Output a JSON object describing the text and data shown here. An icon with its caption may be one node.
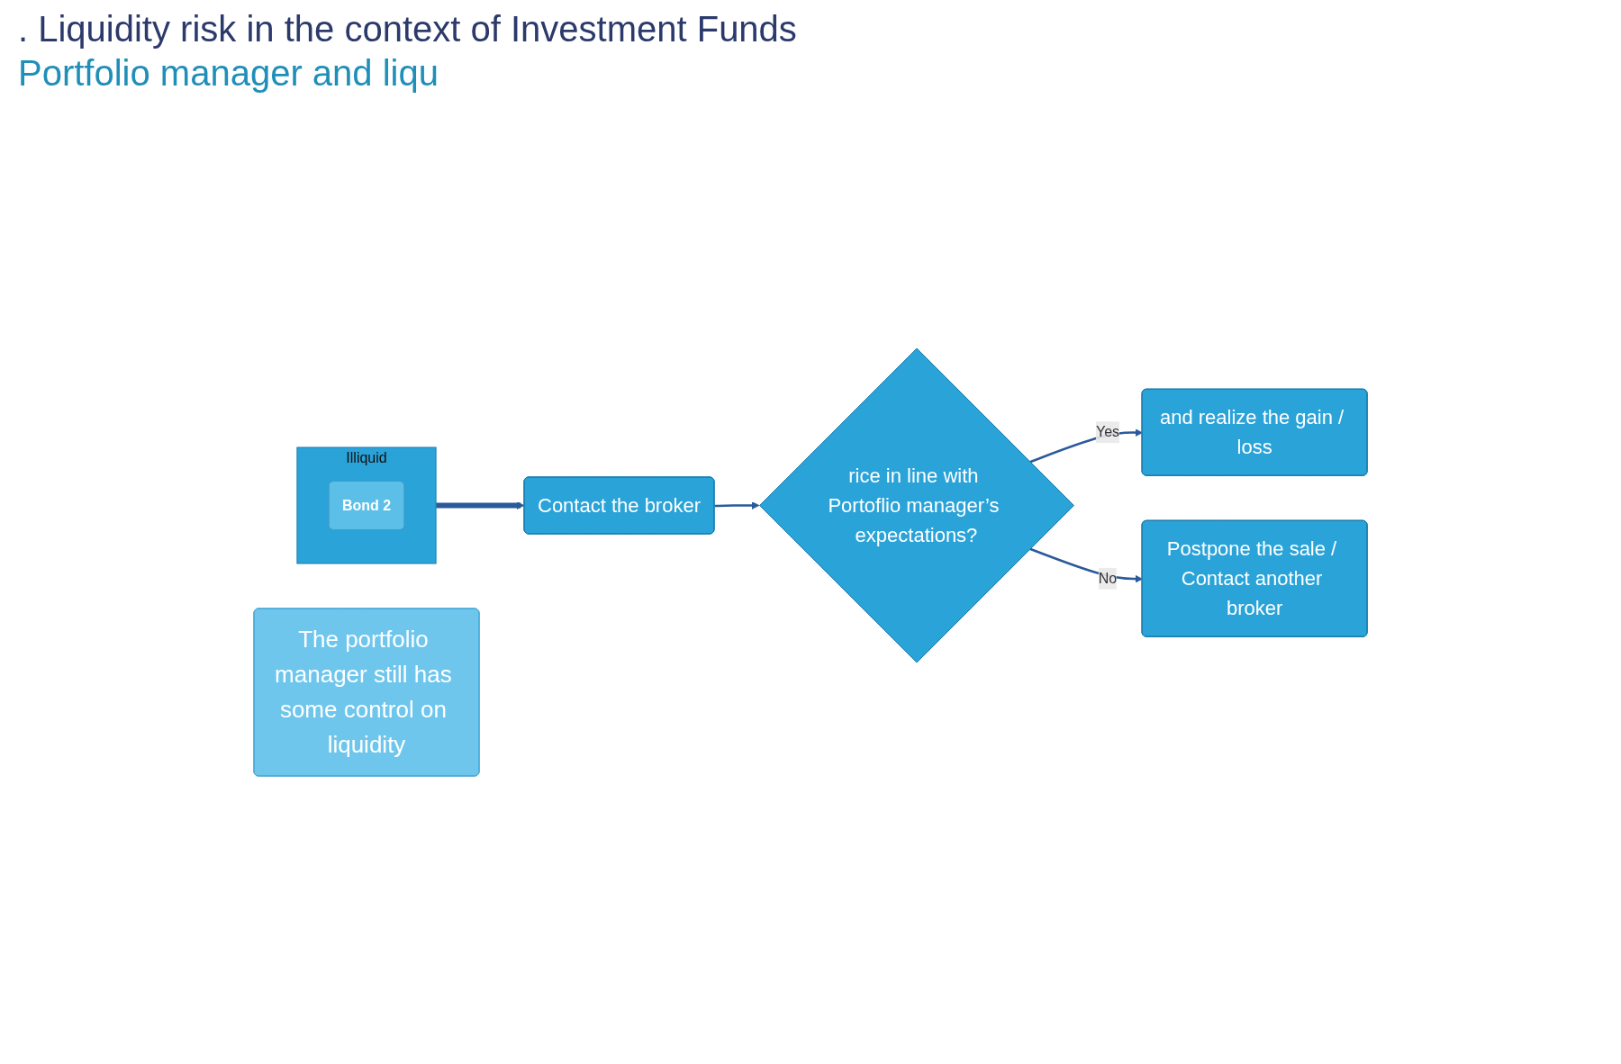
{
  "diagram": {
    "title": ". Liquidity risk in the context of Investment Funds",
    "caption": "Portfolio manager and liqu",
    "nodes": [
      {
        "text": [
          "Illiquid"
        ]
      },
      {
        "text": [
          "Bond 2"
        ],
        "in": 0
      },
      {
        "text": [
          "Contact the broker"
        ]
      },
      {
        "text": [
          "rice in line with Portoflio manager’s expectations?"
        ]
      },
      {
        "text": [
          "and realize the gain / loss"
        ]
      },
      {
        "text": [
          "Postpone the sale / Contact another broker"
        ]
      },
      {
        "text": [
          "The portfolio manager still has some control on liquidity"
        ]
      }
    ],
    "edges": [
      {
        "from": 0,
        "to": 2,
        "arrow": "to",
        "style": "thick"
      },
      {
        "from": 2,
        "to": 3,
        "arrow": "to"
      },
      {
        "from": 3,
        "to": 4,
        "arrow": "to",
        "label": "Yes"
      },
      {
        "from": 3,
        "to": 5,
        "arrow": "to",
        "label": "No"
      }
    ]
  }
}
